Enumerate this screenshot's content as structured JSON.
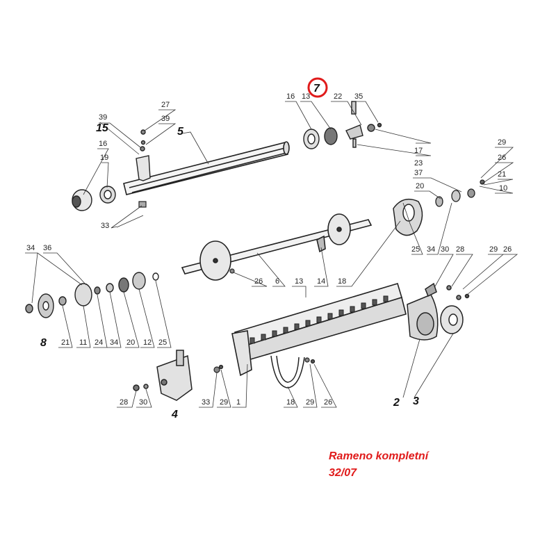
{
  "caption": {
    "line1": "Rameno kompletní",
    "line2": "32/07",
    "color": "#e01b1b"
  },
  "highlight": {
    "label": "7",
    "ring_color": "#e01b1b"
  },
  "assembly_labels": {
    "a15": "15",
    "a5": "5",
    "a7": "7",
    "a8": "8",
    "a4": "4",
    "a2": "2",
    "a3": "3"
  },
  "part_labels": {
    "p27": "27",
    "p39a": "39",
    "p39b": "39",
    "p16a": "16",
    "p19": "19",
    "p33a": "33",
    "p16b": "16",
    "p13a": "13",
    "p22": "22",
    "p35": "35",
    "p17": "17",
    "p23": "23",
    "p29a": "29",
    "p26a": "26",
    "p37": "37",
    "p21a": "21",
    "p20a": "20",
    "p10": "10",
    "p25a": "25",
    "p34a": "34",
    "p30a": "30",
    "p28a": "28",
    "p29b": "29",
    "p26b": "26",
    "p34b": "34",
    "p36": "36",
    "p26c": "26",
    "p6": "6",
    "p13b": "13",
    "p14": "14",
    "p18a": "18",
    "p21b": "21",
    "p11": "11",
    "p24": "24",
    "p34c": "34",
    "p20b": "20",
    "p12": "12",
    "p25b": "25",
    "p28b": "28",
    "p30b": "30",
    "p33b": "33",
    "p29c": "29",
    "p1": "1",
    "p18b": "18",
    "p29d": "29",
    "p26d": "26"
  }
}
